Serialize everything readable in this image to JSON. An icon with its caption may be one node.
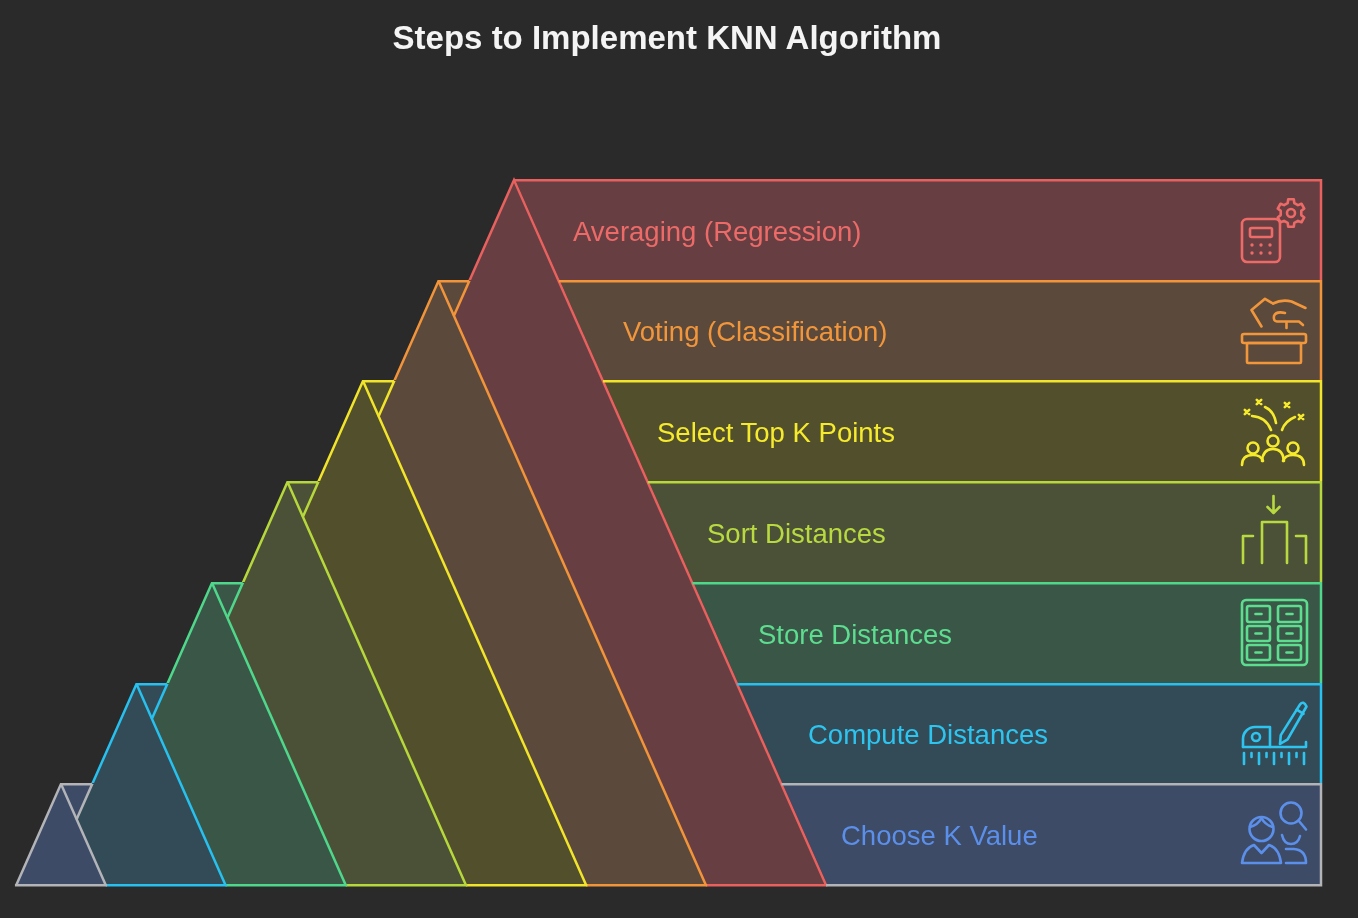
{
  "diagram": {
    "title": "Steps to Implement KNN Algorithm",
    "nodes": [
      {
        "text": [
          "Averaging (Regression)"
        ]
      },
      {
        "text": [
          "Voting (Classification)"
        ]
      },
      {
        "text": [
          "Select Top K Points"
        ]
      },
      {
        "text": [
          "Sort Distances"
        ]
      },
      {
        "text": [
          "Store Distances"
        ]
      },
      {
        "text": [
          "Compute Distances"
        ]
      },
      {
        "text": [
          "Choose K Value"
        ]
      }
    ]
  }
}
